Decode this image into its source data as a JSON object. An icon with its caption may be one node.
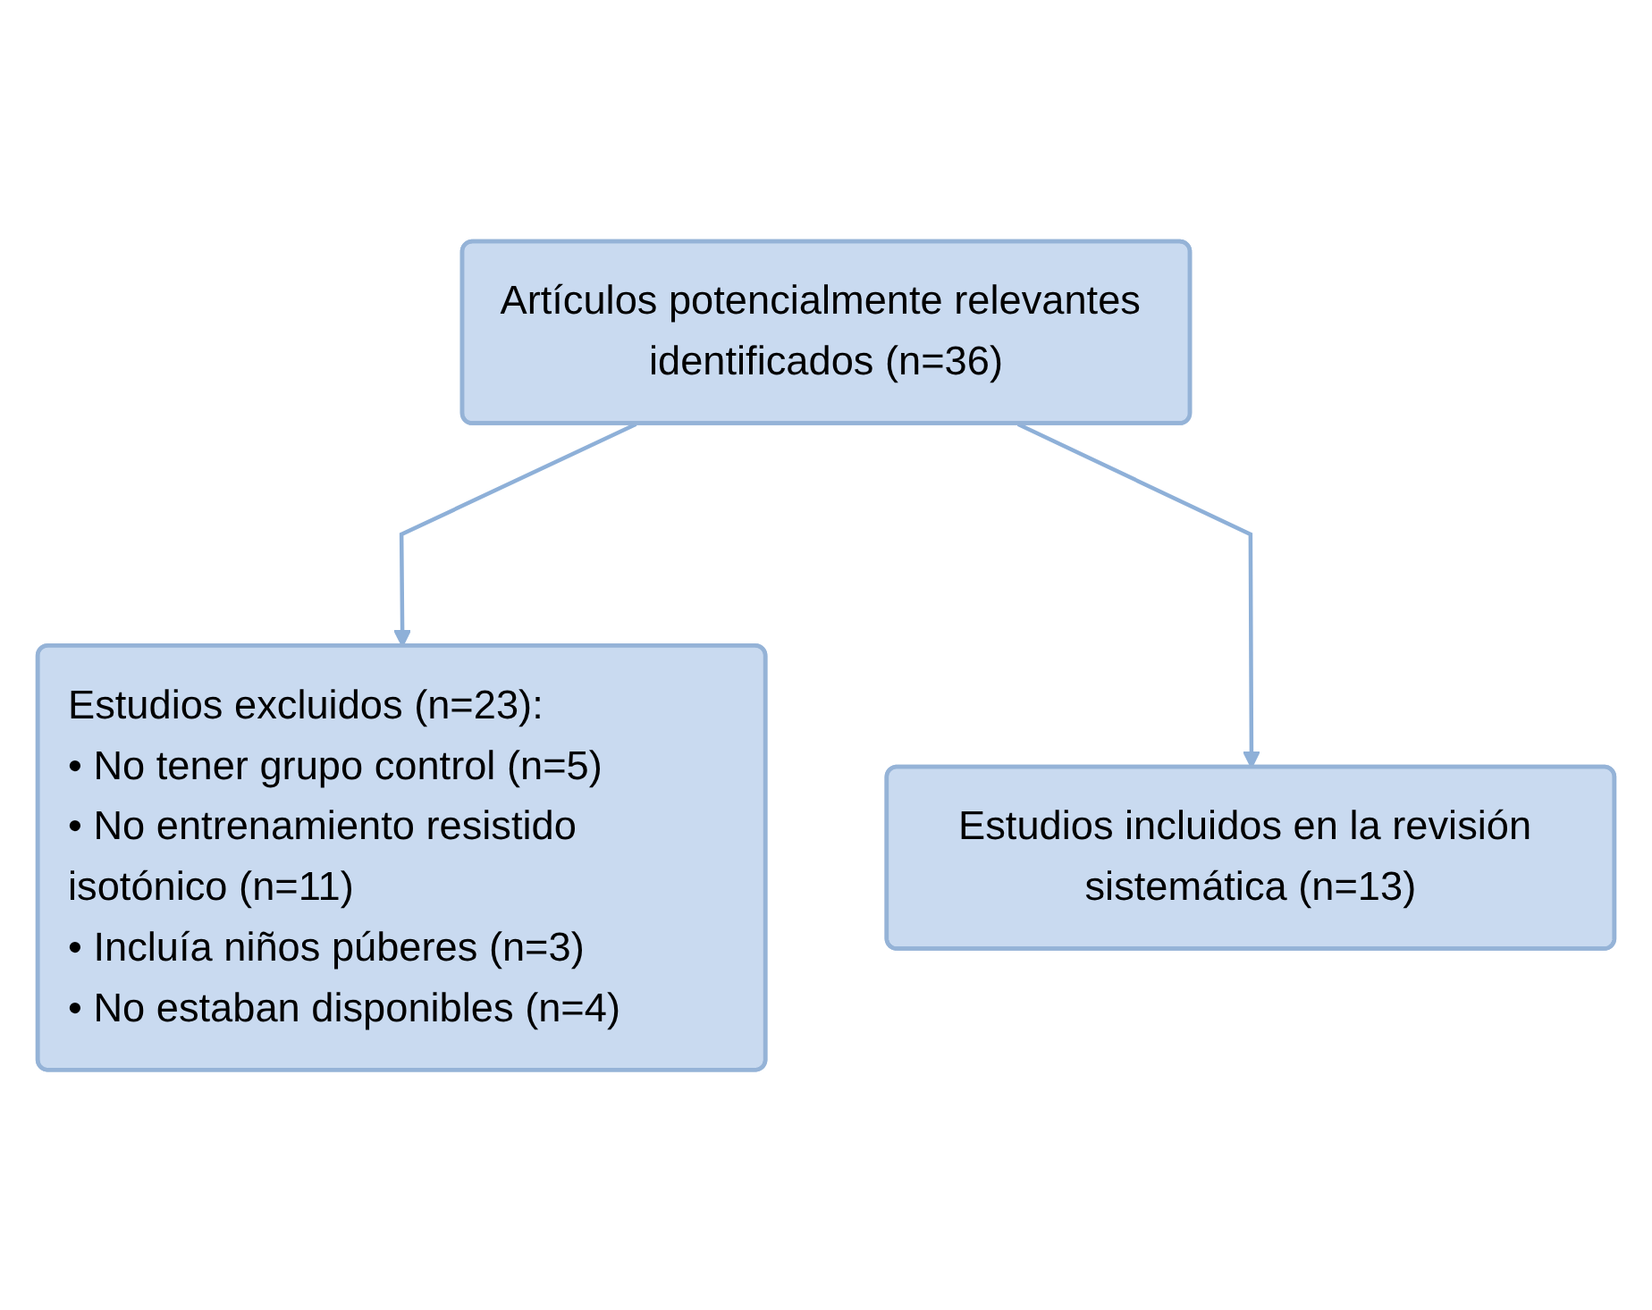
{
  "diagram": {
    "nodes": [
      {
        "text": [
          "Artículos potencialmente relevantes identificados (n=36)"
        ]
      },
      {
        "text": [
          "Estudios excluidos (n=23):",
          "• No tener grupo control (n=5)",
          "• No entrenamiento resistido isotónico (n=11)",
          "• Incluía niños púberes (n=3)",
          "• No estaban disponibles (n=4)"
        ]
      },
      {
        "text": [
          "Estudios incluidos en la revisión sistemática (n=13)"
        ]
      }
    ],
    "edges": [
      {
        "from": 0,
        "to": 1,
        "arrow": "to"
      },
      {
        "from": 0,
        "to": 2,
        "arrow": "to"
      }
    ]
  }
}
